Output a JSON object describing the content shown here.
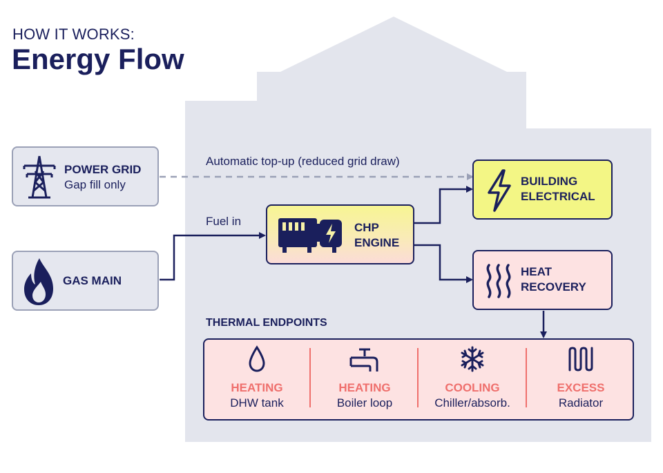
{
  "header": {
    "kicker": "HOW IT WORKS:",
    "title": "Energy Flow"
  },
  "colors": {
    "navy": "#1a1f5c",
    "house": "#e3e5ed",
    "yellow": "#f3f685",
    "pink": "#fde2e2",
    "coral": "#ef6f6c",
    "source_bg": "#e5e7ef"
  },
  "sources": {
    "power_grid": {
      "title": "POWER GRID",
      "subtitle": "Gap fill only",
      "icon": "transmission-tower-icon"
    },
    "gas_main": {
      "title": "GAS MAIN",
      "icon": "flame-icon"
    }
  },
  "flows": {
    "top_up": "Automatic top-up (reduced grid draw)",
    "fuel_in": "Fuel in"
  },
  "chp": {
    "line1": "CHP",
    "line2": "ENGINE",
    "icon": "generator-icon"
  },
  "building_electrical": {
    "line1": "BUILDING",
    "line2": "ELECTRICAL",
    "icon": "lightning-bolt-icon"
  },
  "heat_recovery": {
    "line1": "HEAT",
    "line2": "RECOVERY",
    "icon": "heat-waves-icon"
  },
  "thermal": {
    "title": "THERMAL ENDPOINTS",
    "endpoints": [
      {
        "category": "HEATING",
        "label": "DHW tank",
        "icon": "water-drop-icon"
      },
      {
        "category": "HEATING",
        "label": "Boiler loop",
        "icon": "pipe-valve-icon"
      },
      {
        "category": "COOLING",
        "label": "Chiller/absorb.",
        "icon": "snowflake-icon"
      },
      {
        "category": "EXCESS",
        "label": "Radiator",
        "icon": "radiator-icon"
      }
    ]
  }
}
